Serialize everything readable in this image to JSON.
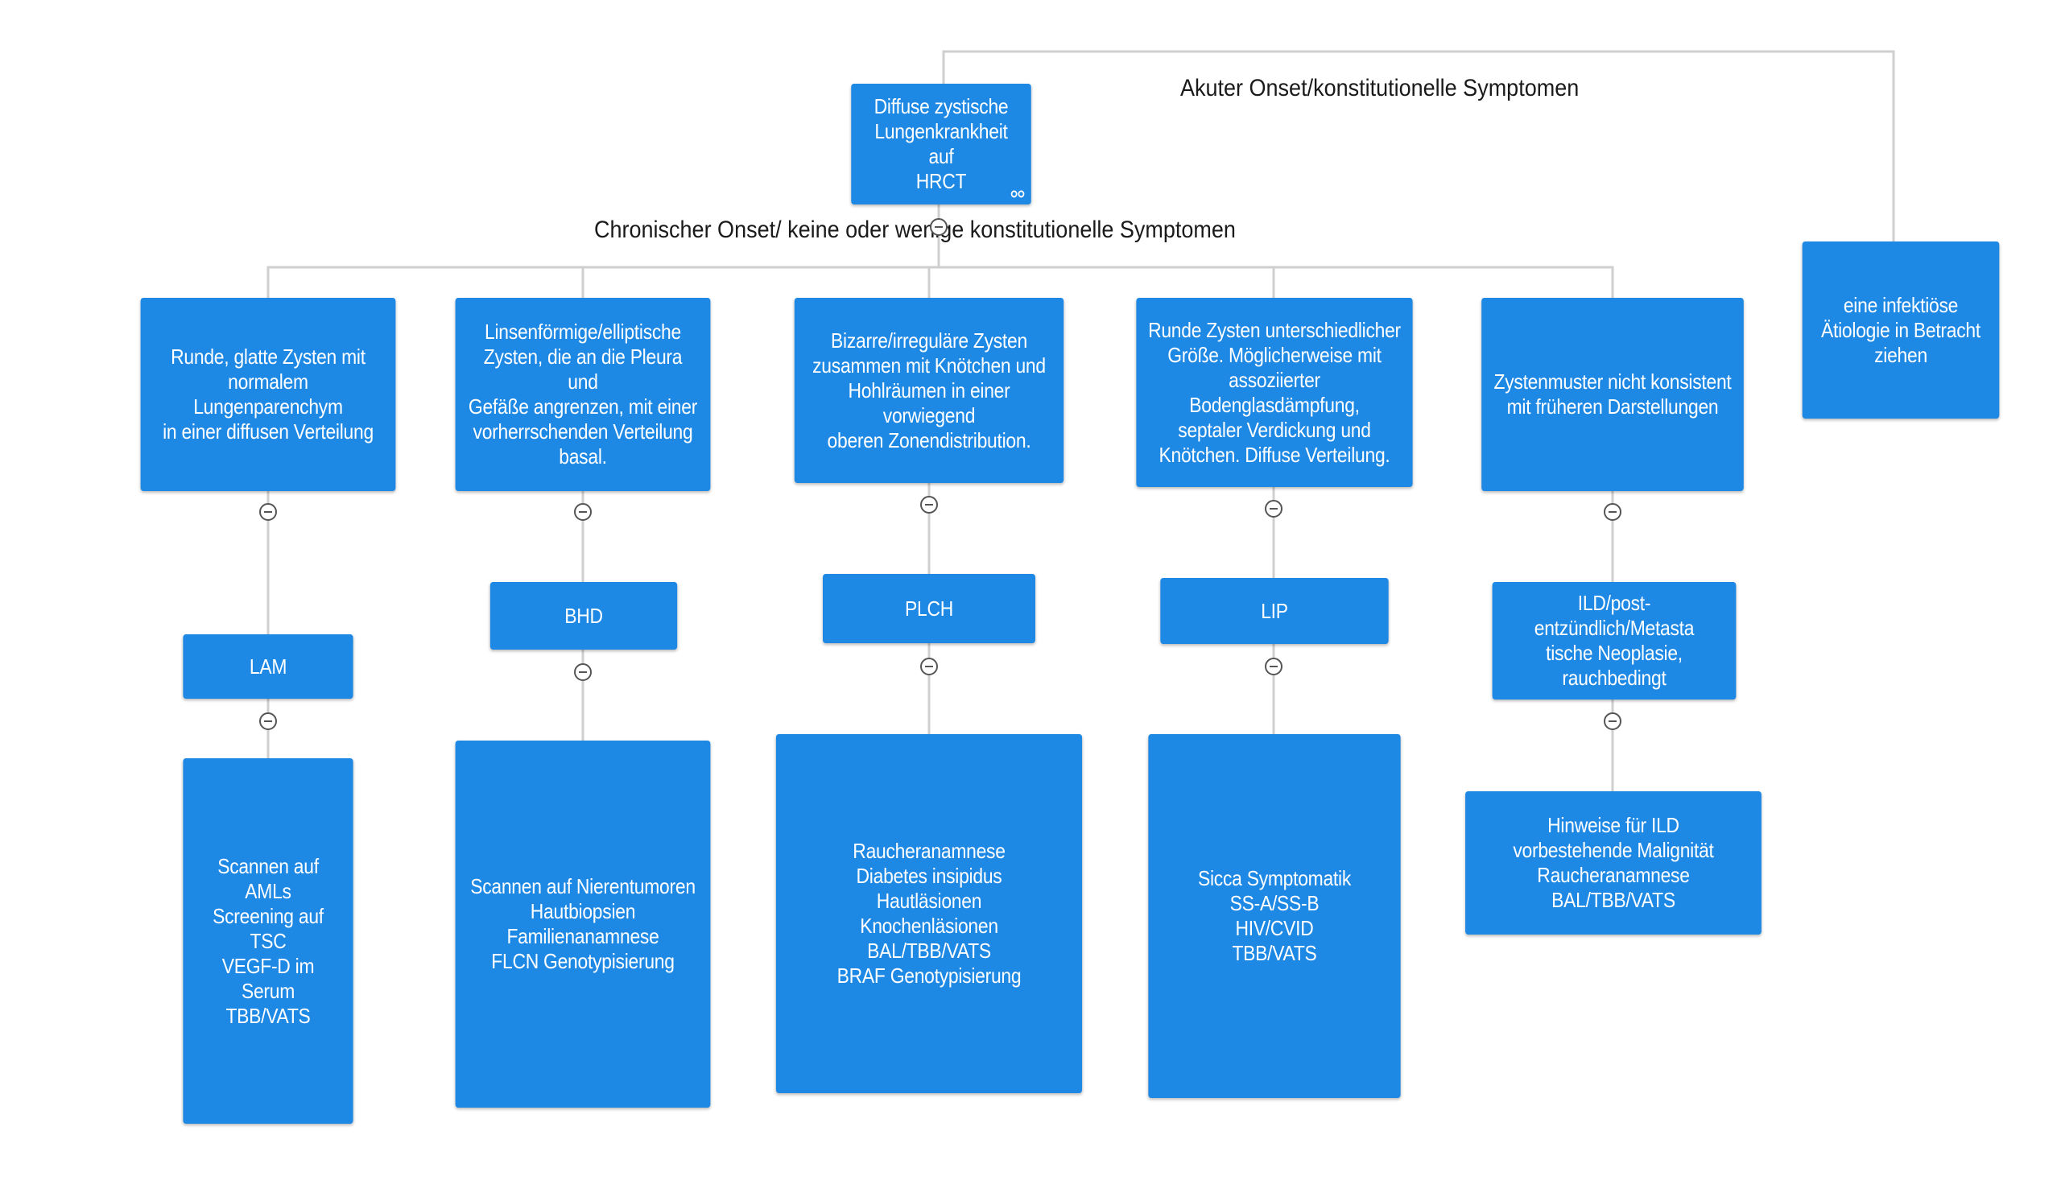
{
  "diagram": {
    "root": "Diffuse zystische\nLungenkrankheit auf\nHRCT",
    "edge_labels": {
      "acute": "Akuter Onset/konstitutionelle Symptomen",
      "chronic": "Chronischer Onset/ keine oder wenige konstitutionelle Symptomen"
    },
    "acute_node": "eine infektiöse\nÄtiologie in Betracht\nziehen",
    "patterns": [
      "Runde, glatte Zysten mit\nnormalem Lungenparenchym\nin einer diffusen Verteilung",
      "Linsenförmige/elliptische\nZysten, die an die Pleura und\nGefäße angrenzen, mit einer\nvorherrschenden Verteilung\nbasal.",
      "Bizarre/irreguläre Zysten\nzusammen mit Knötchen und\nHohlräumen in einer vorwiegend\noberen Zonendistribution.",
      "Runde Zysten unterschiedlicher\nGröße. Möglicherweise mit\nassoziierter Bodenglasdämpfung,\nseptaler Verdickung und\nKnötchen. Diffuse Verteilung.",
      "Zystenmuster nicht konsistent\nmit früheren Darstellungen"
    ],
    "diagnoses": [
      "LAM",
      "BHD",
      "PLCH",
      "LIP",
      "ILD/post-entzündlich/Metasta\ntische Neoplasie,\nrauchbedingt"
    ],
    "workups": [
      "Scannen auf AMLs\nScreening auf TSC\nVEGF-D im Serum\nTBB/VATS",
      "Scannen auf Nierentumoren\nHautbiopsien\nFamilienanamnese\nFLCN Genotypisierung",
      "Raucheranamnese\nDiabetes insipidus\nHautläsionen\nKnochenläsionen\nBAL/TBB/VATS\nBRAF Genotypisierung",
      "Sicca Symptomatik\nSS-A/SS-B\nHIV/CVID\nTBB/VATS",
      "Hinweise für ILD\nvorbestehende Malignität\nRaucheranamnese\nBAL/TBB/VATS"
    ]
  },
  "colors": {
    "node_fill": "#1e88e5",
    "node_text": "#ffffff",
    "connector": "#cfcfcf",
    "toggle": "#555555"
  }
}
